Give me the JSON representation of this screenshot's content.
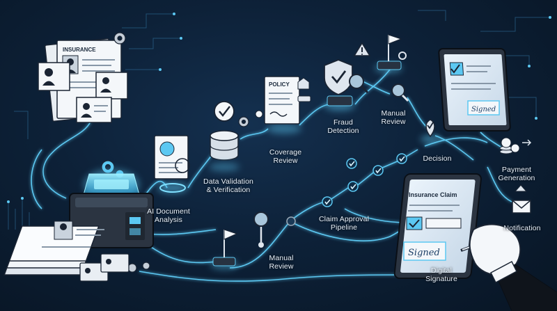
{
  "stages": {
    "ai_document_analysis": "AI Document\nAnalysis",
    "data_validation": "Data Validation\n& Verification",
    "coverage_review": "Coverage\nReview",
    "fraud_detection": "Fraud\nDetection",
    "manual_review_top": "Manual\nReview",
    "decision": "Decision",
    "payment_generation": "Payment\nGeneration",
    "notification": "Notification",
    "claim_approval_pipeline": "Claim Approval\nPipeline",
    "manual_review_bottom": "Manual\nReview",
    "digital_signature": "Digital\nSignature"
  },
  "document_texts": {
    "insurance_form": "INSURANCE",
    "policy_doc": "POLICY",
    "tablet_title": "Insurance Claim",
    "signed_top": "Signed",
    "signed_bottom": "Signed"
  },
  "colors": {
    "background": "#0d2138",
    "flow_line": "#5cc8f2",
    "glow": "#7fe0ff",
    "icon_fill": "#dfe6ee",
    "icon_stroke": "#1a2433",
    "label": "#e8f1fb"
  },
  "icons": [
    "insurance-forms-icon",
    "scanner-device-icon",
    "ai-brain-document-icon",
    "database-check-icon",
    "policy-document-icon",
    "fraud-shield-icon",
    "warning-icon",
    "flag-icon",
    "magnifier-icon",
    "signed-tablet-icon",
    "decision-pin-icon",
    "coins-icon",
    "mail-alert-icon",
    "signature-tablet-icon",
    "hand-pen-icon",
    "gear-icon",
    "checkmark-node-icon"
  ]
}
